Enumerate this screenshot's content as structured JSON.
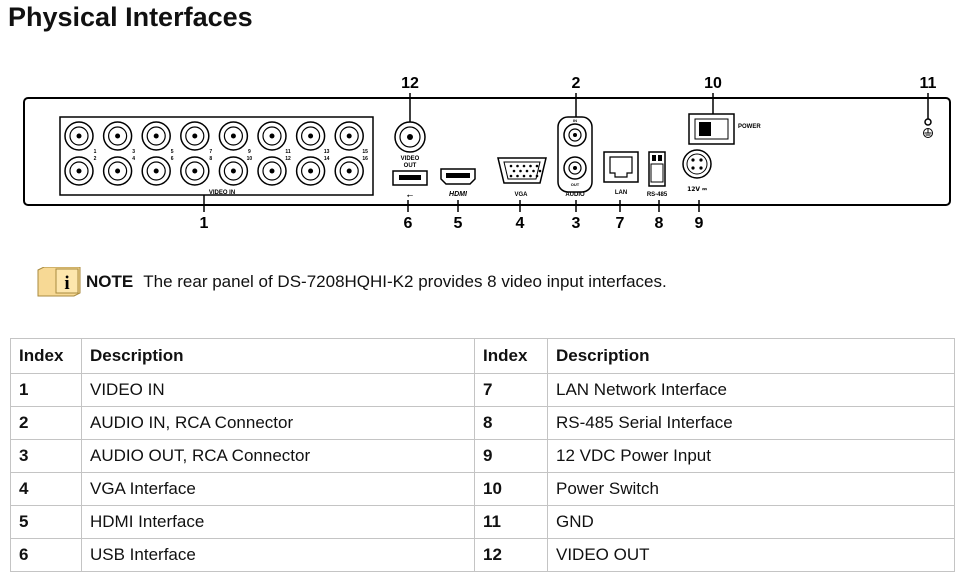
{
  "page": {
    "title": "Physical Interfaces"
  },
  "panel": {
    "callouts": [
      "12",
      "2",
      "10",
      "11",
      "1",
      "6",
      "5",
      "4",
      "3",
      "7",
      "8",
      "9"
    ],
    "labels": {
      "video_in": "VIDEO IN",
      "video_out_line1": "VIDEO",
      "video_out_line2": "OUT",
      "hdmi": "HDMI",
      "vga": "VGA",
      "audio": "AUDIO",
      "in": "IN",
      "out": "OUT",
      "lan": "LAN",
      "rs485": "RS-485",
      "power": "POWER",
      "power_input": "12V ⎓",
      "usb": "⭠",
      "channels_top": [
        "1",
        "3",
        "5",
        "7",
        "9",
        "11",
        "13",
        "15"
      ],
      "channels_bottom": [
        "2",
        "4",
        "6",
        "8",
        "10",
        "12",
        "14",
        "16"
      ]
    }
  },
  "note": {
    "label": "NOTE",
    "text": "The rear panel of DS-7208HQHI-K2 provides 8 video input interfaces."
  },
  "table": {
    "headers": [
      "Index",
      "Description",
      "Index",
      "Description"
    ],
    "rows": [
      {
        "i1": "1",
        "d1": "VIDEO IN",
        "i2": "7",
        "d2": "LAN Network Interface"
      },
      {
        "i1": "2",
        "d1": "AUDIO IN, RCA Connector",
        "i2": "8",
        "d2": "RS-485 Serial Interface"
      },
      {
        "i1": "3",
        "d1": "AUDIO OUT, RCA Connector",
        "i2": "9",
        "d2": "12 VDC Power Input"
      },
      {
        "i1": "4",
        "d1": "VGA Interface",
        "i2": "10",
        "d2": "Power Switch"
      },
      {
        "i1": "5",
        "d1": "HDMI Interface",
        "i2": "11",
        "d2": "GND"
      },
      {
        "i1": "6",
        "d1": "USB Interface",
        "i2": "12",
        "d2": "VIDEO OUT"
      }
    ]
  }
}
